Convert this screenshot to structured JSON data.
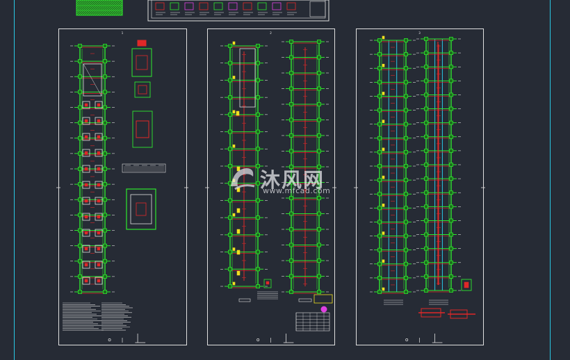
{
  "viewport": {
    "background": "#262b35"
  },
  "colors": {
    "frame": "#e0e0e0",
    "grid_green": "#2ee82e",
    "beam_red": "#e02828",
    "axis_cyan": "#2ac9e6",
    "accent_yellow": "#f0e020",
    "magenta": "#e040e0",
    "white_text": "#f2f2f2"
  },
  "sheets": [
    {
      "id": "sheet-1",
      "label": "1"
    },
    {
      "id": "sheet-2",
      "label": "2"
    },
    {
      "id": "sheet-3",
      "label": "3"
    }
  ],
  "watermark": {
    "logo": "mfcad-logo-icon",
    "chinese": "沐风网",
    "url": "www.mfcad.com"
  }
}
